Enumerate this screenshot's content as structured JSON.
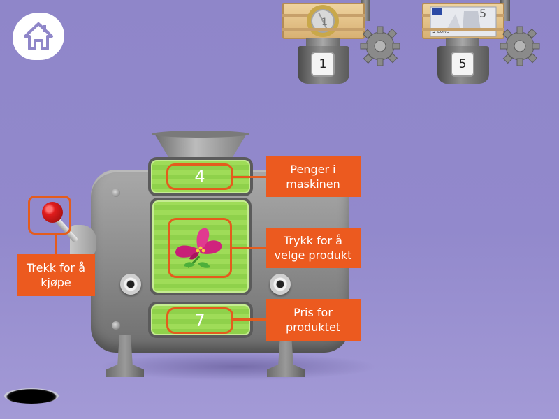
{
  "home": {
    "icon": "home-icon"
  },
  "dispensers": [
    {
      "kind": "coin",
      "value_label": "1",
      "icon": "euro-coin-icon"
    },
    {
      "kind": "note",
      "value_label": "5",
      "icon": "euro-banknote-icon",
      "note_denomination": "5",
      "note_text": "EURO"
    }
  ],
  "machine": {
    "money_display": "4",
    "price_display": "7",
    "product_icon": "flower-icon"
  },
  "callouts": {
    "money": "Penger i maskinen",
    "product": "Trykk for å velge produkt",
    "price": "Pris for produktet",
    "lever": "Trekk for å kjøpe"
  },
  "colors": {
    "background": "#9289cc",
    "callout": "#ec5a1f",
    "window_green": "#9fdc58",
    "machine_gray": "#8c8c8c",
    "lever_knob": "#e01c1c",
    "flower": "#d0237d"
  }
}
